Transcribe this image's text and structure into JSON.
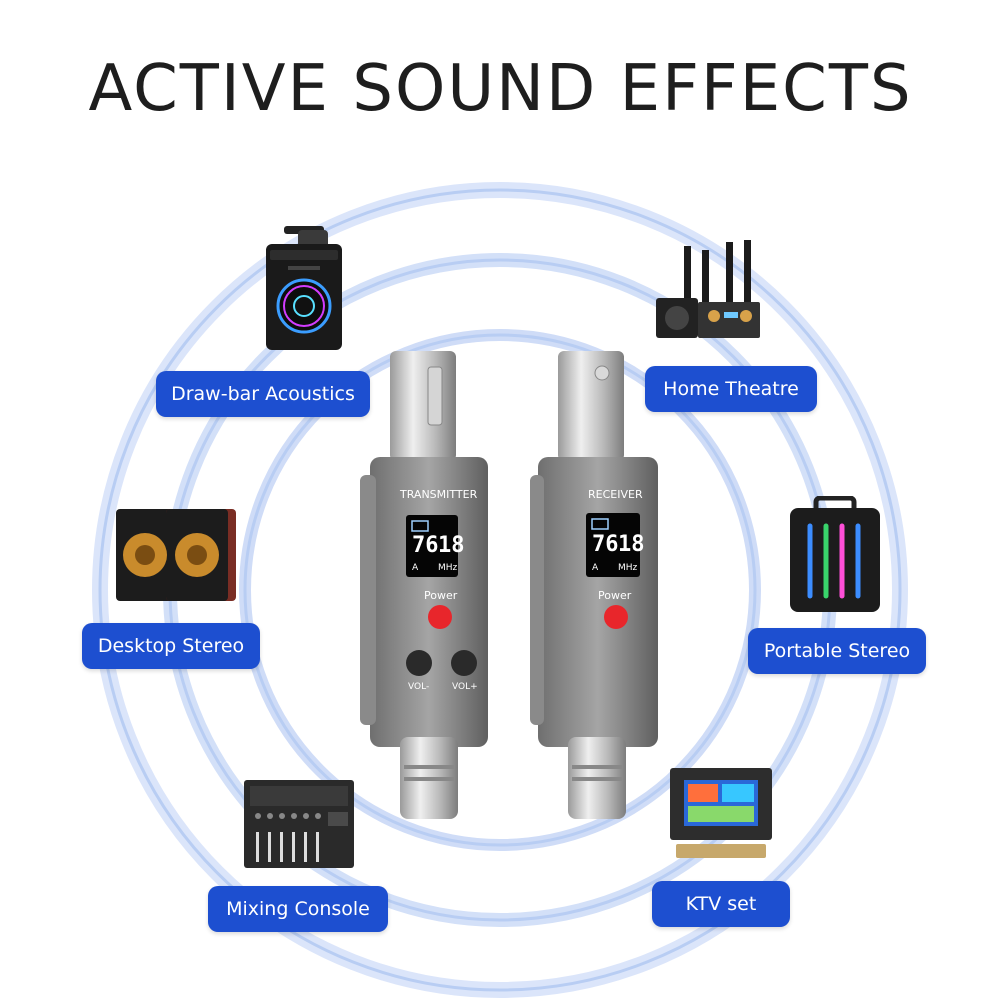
{
  "title": "ACTIVE SOUND EFFECTS",
  "labels": {
    "draw_bar": "Draw-bar Acoustics",
    "home_theatre": "Home Theatre",
    "desktop_stereo": "Desktop Stereo",
    "portable_stereo": "Portable Stereo",
    "mixing_console": "Mixing Console",
    "ktv_set": "KTV set"
  },
  "transmitter": {
    "name": "TRANSMITTER",
    "channel": "76",
    "freq": "18",
    "unit_a": "A",
    "unit_mhz": "MHz",
    "power_label": "Power",
    "vol_minus": "VOL-",
    "vol_plus": "VOL+"
  },
  "receiver": {
    "name": "RECEIVER",
    "channel": "76",
    "freq": "18",
    "unit_a": "A",
    "unit_mhz": "MHz",
    "power_label": "Power"
  },
  "colors": {
    "label_bg": "#1d4fd0",
    "ring": "#c9d8f5",
    "power_button": "#e8262b"
  }
}
